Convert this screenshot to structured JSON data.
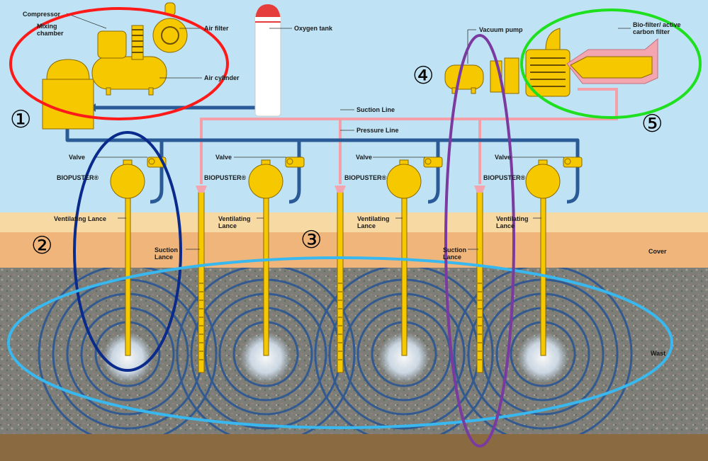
{
  "labels": {
    "compressor": "Compressor",
    "mixing_chamber": "Mixing chamber",
    "air_filter": "Air filter",
    "air_cylinder": "Air cylinder",
    "oxygen_tank": "Oxygen tank",
    "vacuum_pump": "Vacuum pump",
    "biofilter": "Bio-filter/ active carbon filter",
    "suction_line": "Suction Line",
    "pressure_line": "Pressure Line",
    "valve": "Valve",
    "biopuster": "BIOPUSTER®",
    "ventilating_lance": "Ventilating Lance",
    "suction_lance": "Suction Lance",
    "cover": "Cover",
    "waste": "Wast"
  },
  "markers": {
    "m1": "①",
    "m2": "②",
    "m3": "③",
    "m4": "④",
    "m5": "⑤"
  },
  "colors": {
    "sky": "#bfe3f5",
    "cover_light": "#f7d9a4",
    "cover": "#f0b57a",
    "waste": "#7d7f78",
    "ground": "#8a6a40",
    "equipment": "#f5c800",
    "pressure_line": "#2b5b96",
    "suction_line": "#f5a0a8",
    "ring": "#2c5793",
    "highlight_red": "#ff1a1a",
    "highlight_blue": "#0a2a8c",
    "highlight_cyan": "#38b8ef",
    "highlight_purple": "#7a3aa0",
    "highlight_green": "#1ee01e"
  }
}
